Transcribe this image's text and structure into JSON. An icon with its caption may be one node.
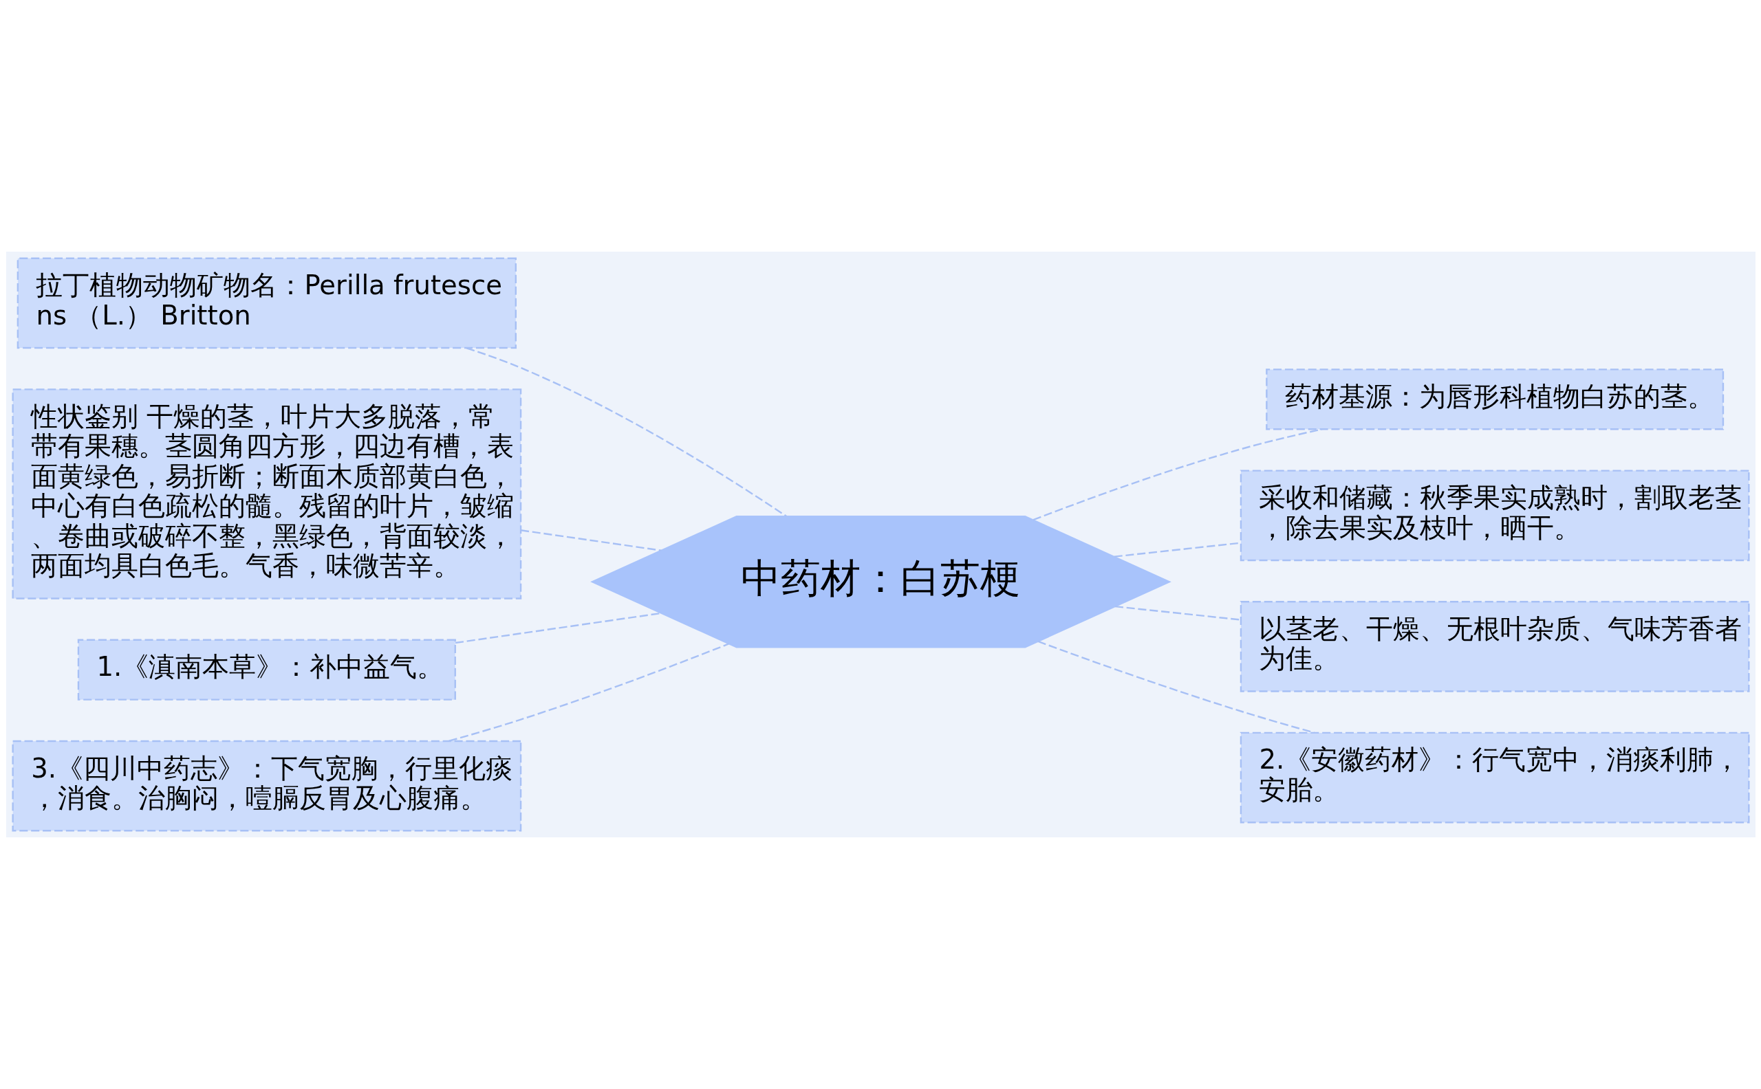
{
  "diagram": {
    "nodes": [
      {
        "text": [
          "中药材：白苏梗"
        ]
      },
      {
        "text": [
          "拉丁植物动物矿物名：Perilla frutescens （L.） Britton"
        ]
      },
      {
        "text": [
          "性状鉴别 干燥的茎，叶片大多脱落，常带有果穗。茎圆角四方形，四边有槽，表面黄绿色，易折断；断面木质部黄白色，中心有白色疏松的髓。残留的叶片，皱缩、卷曲或破碎不整，黑绿色，背面较淡，两面均具白色毛。气香，味微苦辛。"
        ]
      },
      {
        "text": [
          "1.《滇南本草》：补中益气。"
        ]
      },
      {
        "text": [
          "3.《四川中药志》：下气宽胸，行里化痰，消食。治胸闷，噎膈反胃及心腹痛。"
        ]
      },
      {
        "text": [
          "药材基源：为唇形科植物白苏的茎。"
        ]
      },
      {
        "text": [
          "采收和储藏：秋季果实成熟时，割取老茎，除去果实及枝叶，晒干。"
        ]
      },
      {
        "text": [
          "以茎老、干燥、无根叶杂质、气味芳香者为佳。"
        ]
      },
      {
        "text": [
          "2.《安徽药材》：行气宽中，消痰利肺，安胎。"
        ]
      }
    ],
    "edges": [
      {
        "from": 0,
        "to": 1,
        "arrow": "none",
        "style": "dashed"
      },
      {
        "from": 0,
        "to": 2,
        "arrow": "none",
        "style": "dashed"
      },
      {
        "from": 0,
        "to": 3,
        "arrow": "none",
        "style": "dashed"
      },
      {
        "from": 0,
        "to": 4,
        "arrow": "none",
        "style": "dashed"
      },
      {
        "from": 0,
        "to": 5,
        "arrow": "none",
        "style": "dashed"
      },
      {
        "from": 0,
        "to": 6,
        "arrow": "none",
        "style": "dashed"
      },
      {
        "from": 0,
        "to": 7,
        "arrow": "none",
        "style": "dashed"
      },
      {
        "from": 0,
        "to": 8,
        "arrow": "none",
        "style": "dashed"
      }
    ]
  }
}
